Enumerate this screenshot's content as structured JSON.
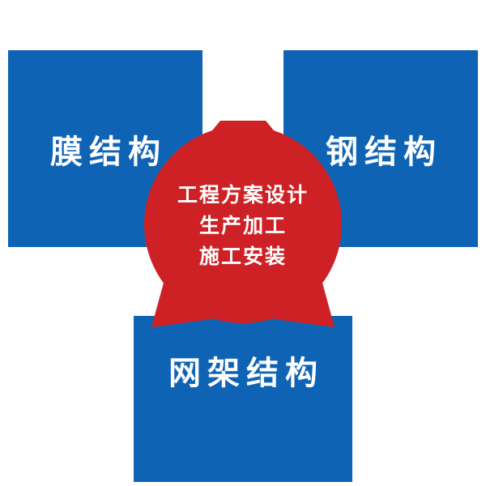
{
  "diagram": {
    "background_color": "#ffffff",
    "box_color": "#0f63b5",
    "center_color": "#ce2125",
    "text_color": "#ffffff",
    "boxes": [
      {
        "id": "membrane-structure",
        "label": "膜结构"
      },
      {
        "id": "steel-structure",
        "label": "钢结构"
      },
      {
        "id": "grid-structure",
        "label": "网架结构"
      }
    ],
    "center": {
      "lines": [
        "工程方案设计",
        "生产加工",
        "施工安装"
      ]
    }
  }
}
